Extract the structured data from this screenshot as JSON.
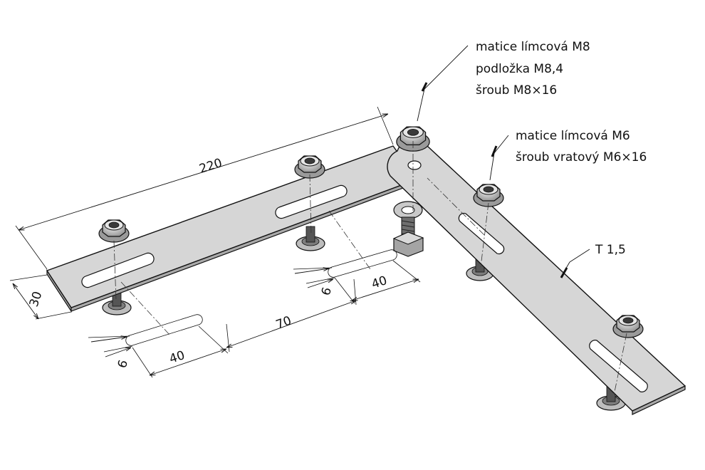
{
  "dimensions": {
    "length": "220",
    "width": "30",
    "spacing": "70",
    "slot_length_1": "40",
    "slot_length_2": "40",
    "slot_width_1": "6",
    "slot_width_2": "6"
  },
  "callouts": {
    "m8_group": [
      "matice límcová M8",
      "podložka M8,4",
      "šroub M8×16"
    ],
    "m6_group": [
      "matice límcová M6",
      "šroub vratový M6×16"
    ],
    "thickness": "T 1,5"
  }
}
